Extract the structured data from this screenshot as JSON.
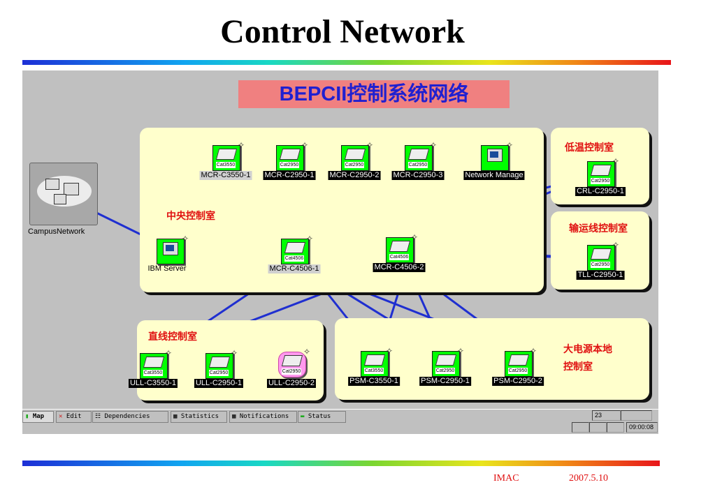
{
  "slide": {
    "title": "Control Network"
  },
  "map": {
    "banner": "BEPCII控制系统网络",
    "rooms": {
      "central": "中央控制室",
      "cryo": "低温控制室",
      "transport": "输运线控制室",
      "linac": "直线控制室",
      "power_a": "大电源本地",
      "power_b": "控制室"
    },
    "campus": {
      "label": "CampusNetwork"
    },
    "nodes": {
      "mcr_c3550_1": {
        "label": "MCR-C3550-1",
        "model": "Cat3550"
      },
      "mcr_c2950_1": {
        "label": "MCR-C2950-1",
        "model": "Cat2950"
      },
      "mcr_c2950_2": {
        "label": "MCR-C2950-2",
        "model": "Cat2950"
      },
      "mcr_c2950_3": {
        "label": "MCR-C2950-3",
        "model": "Cat2950"
      },
      "network_manage": {
        "label": "Network Manage"
      },
      "ibm_server": {
        "label": "IBM Server"
      },
      "mcr_c4506_1": {
        "label": "MCR-C4506-1",
        "model": "Cat4506"
      },
      "mcr_c4506_2": {
        "label": "MCR-C4506-2",
        "model": "Cat4506"
      },
      "crl_c2950_1": {
        "label": "CRL-C2950-1",
        "model": "Cat2950"
      },
      "tll_c2950_1": {
        "label": "TLL-C2950-1",
        "model": "Cat2950"
      },
      "ull_c3550_1": {
        "label": "ULL-C3550-1",
        "model": "Cat3550"
      },
      "ull_c2950_1": {
        "label": "ULL-C2950-1",
        "model": "Cat2950"
      },
      "ull_c2950_2": {
        "label": "ULL-C2950-2",
        "model": "Cat2950"
      },
      "psm_c3550_1": {
        "label": "PSM-C3550-1",
        "model": "Cat3550"
      },
      "psm_c2950_1": {
        "label": "PSM-C2950-1",
        "model": "Cat2950"
      },
      "psm_c2950_2": {
        "label": "PSM-C2950-2",
        "model": "Cat2950"
      }
    }
  },
  "statusbar": {
    "tabs": [
      "Map",
      "Edit",
      "Dependencies",
      "Statistics",
      "Notifications",
      "Status"
    ],
    "count": "23",
    "time": "09:00:08"
  },
  "footer": {
    "org": "IMAC",
    "date": "2007.5.10"
  },
  "colors": {
    "link": "#1f2fd0",
    "switch": "#00ff00",
    "room_text": "#e01010",
    "panel": "#ffffcc",
    "banner_bg": "#f08080"
  }
}
